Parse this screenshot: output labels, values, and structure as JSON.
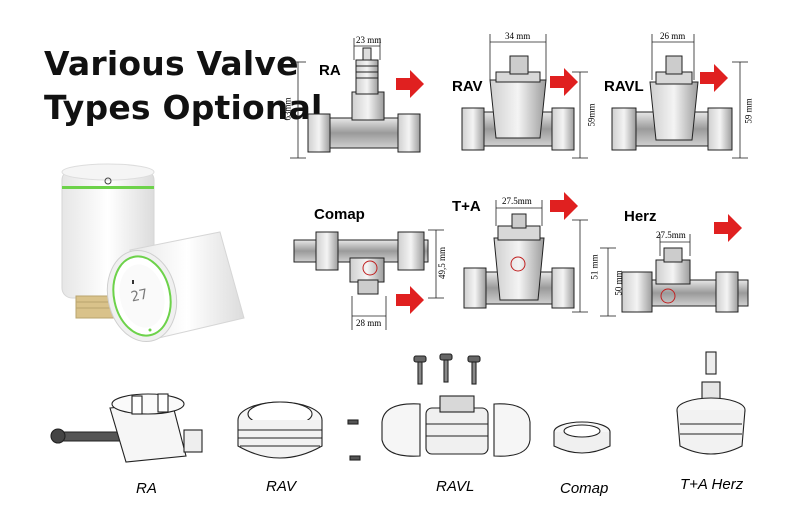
{
  "headline": {
    "line1": "Various Valve",
    "line2": "Types Optional"
  },
  "device": {
    "display_reading": "27"
  },
  "valves": [
    {
      "label": "RA",
      "width_dim": "23 mm",
      "height_dim": "63mm"
    },
    {
      "label": "RAV",
      "width_dim": "34 mm",
      "height_dim": "59mm"
    },
    {
      "label": "RAVL",
      "width_dim": "26 mm",
      "height_dim": "59 mm"
    },
    {
      "label": "Comap",
      "width_dim": "28 mm",
      "height_dim": "49,5 mm"
    },
    {
      "label": "T+A",
      "width_dim": "27.5mm",
      "height_dim": "51 mm"
    },
    {
      "label": "Herz",
      "width_dim": "27.5mm",
      "height_dim": "50 mm"
    }
  ],
  "adapters": [
    {
      "label": "RA"
    },
    {
      "label": "RAV"
    },
    {
      "label": "RAVL"
    },
    {
      "label": "Comap"
    },
    {
      "label": "T+A Herz"
    }
  ],
  "colors": {
    "arrow": "#e02020",
    "accent_ring": "#6dd24a",
    "metal": "#b8b8b8",
    "text": "#111111"
  }
}
